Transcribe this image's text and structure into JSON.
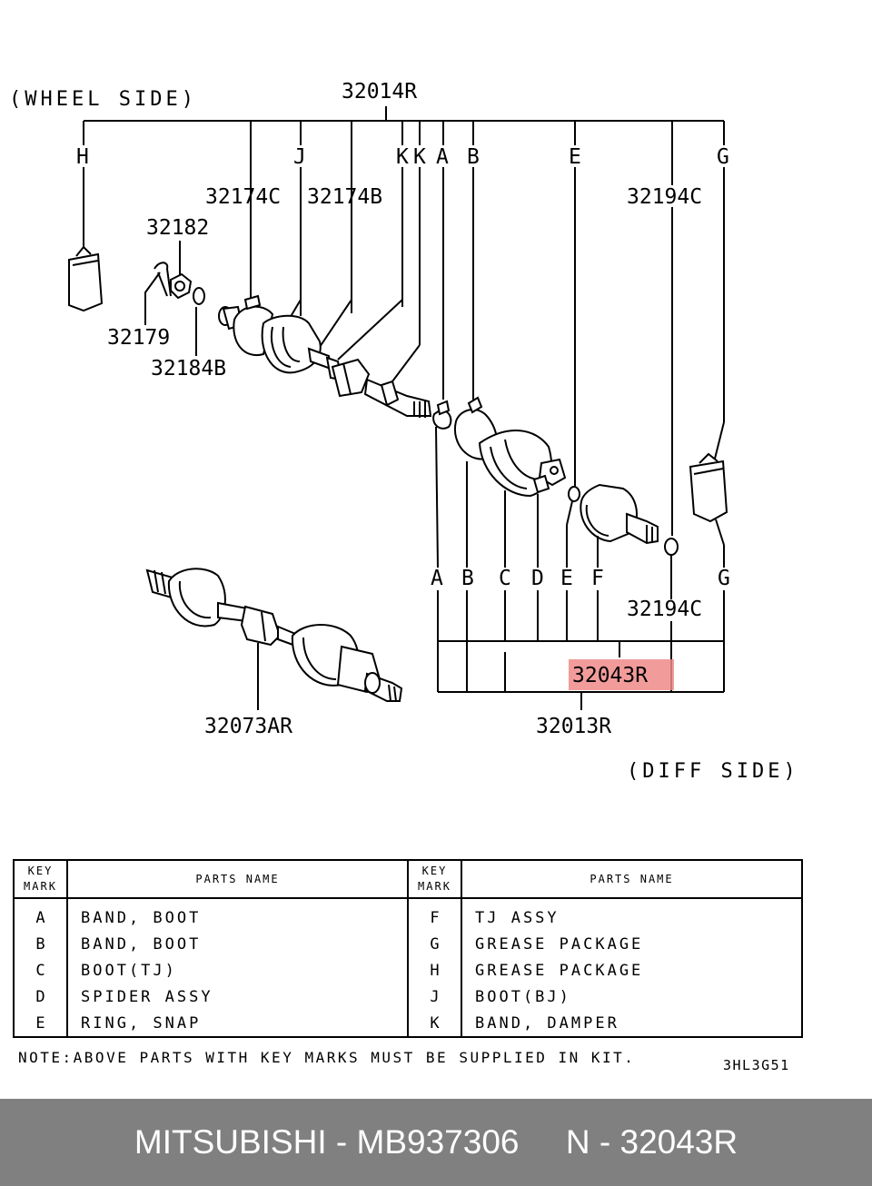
{
  "diagram": {
    "wheel_side": "(WHEEL SIDE)",
    "diff_side": "(DIFF SIDE)",
    "parts": {
      "p32014R": "32014R",
      "p32174C": "32174C",
      "p32174B": "32174B",
      "p32194C_top": "32194C",
      "p32182": "32182",
      "p32179": "32179",
      "p32184B": "32184B",
      "p32194C_bottom": "32194C",
      "p32043R": "32043R",
      "p32013R": "32013R",
      "p32073AR": "32073AR"
    },
    "top_marks": [
      "H",
      "J",
      "K",
      "K",
      "A",
      "B",
      "E",
      "G"
    ],
    "bottom_marks": [
      "A",
      "B",
      "C",
      "D",
      "E",
      "F",
      "G"
    ],
    "highlight_color": "#f08a8a"
  },
  "table": {
    "key_header": "KEY MARK",
    "name_header": "PARTS NAME",
    "left": [
      {
        "key": "A",
        "name": "BAND, BOOT"
      },
      {
        "key": "B",
        "name": "BAND, BOOT"
      },
      {
        "key": "C",
        "name": "BOOT(TJ)"
      },
      {
        "key": "D",
        "name": "SPIDER ASSY"
      },
      {
        "key": "E",
        "name": "RING, SNAP"
      }
    ],
    "right": [
      {
        "key": "F",
        "name": "TJ ASSY"
      },
      {
        "key": "G",
        "name": "GREASE PACKAGE"
      },
      {
        "key": "H",
        "name": "GREASE PACKAGE"
      },
      {
        "key": "J",
        "name": "BOOT(BJ)"
      },
      {
        "key": "K",
        "name": "BAND, DAMPER"
      }
    ]
  },
  "note": "NOTE:ABOVE PARTS WITH KEY MARKS MUST BE SUPPLIED IN KIT.",
  "drawing_code": "3HL3G51",
  "footer": {
    "brand": "MITSUBISHI",
    "part_number": "MB937306",
    "ref": "N - 32043R"
  }
}
